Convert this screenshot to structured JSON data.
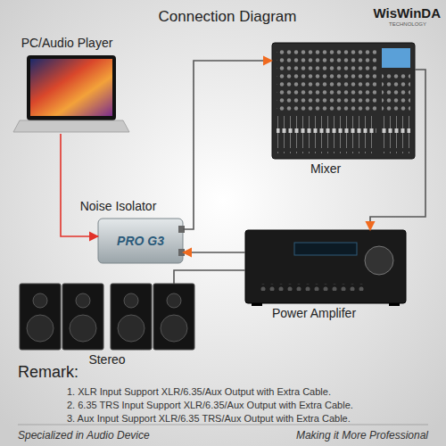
{
  "diagram": {
    "title": "Connection Diagram",
    "nodes": [
      {
        "text": [
          "PC/Audio Player"
        ]
      },
      {
        "text": [
          "Mixer"
        ]
      },
      {
        "text": [
          "Noise Isolator",
          "PRO G3"
        ]
      },
      {
        "text": [
          "Power Amplifer"
        ]
      },
      {
        "text": [
          "Stereo"
        ]
      }
    ],
    "edges": [
      {
        "from": 0,
        "to": 2,
        "arrow": "to"
      },
      {
        "from": 2,
        "to": 1,
        "arrow": "to"
      },
      {
        "from": 1,
        "to": 3,
        "arrow": "to"
      },
      {
        "from": 3,
        "to": 2,
        "arrow": "to"
      },
      {
        "from": 3,
        "to": 4,
        "arrow": "none"
      }
    ],
    "labels": [
      "WisWinDA",
      "TECHNOLOGY",
      "Remark:",
      "1. XLR Input Support XLR/6.35/Aux Output with Extra Cable.",
      "2. 6.35 TRS Input Support XLR/6.35/Aux Output with Extra Cable.",
      "3. Aux Input Support XLR/6.35 TRS/Aux Output with Extra Cable.",
      "Specialized in Audio Device",
      "Making it More Professional"
    ]
  }
}
